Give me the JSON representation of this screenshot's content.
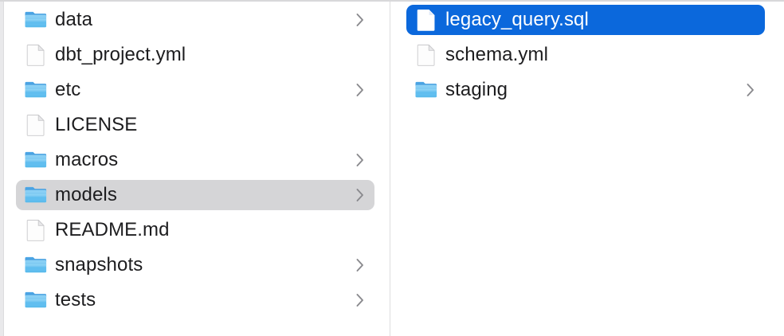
{
  "window": {
    "view_mode": "column",
    "accent_color": "#0b68dc",
    "selection_gray": "#d5d5d7",
    "text_color": "#1d1d1f",
    "divider_color": "#dddddf"
  },
  "columns": [
    {
      "name": "parent-directory-column",
      "items": [
        {
          "label": "data",
          "icon": "folder-icon",
          "kind": "folder",
          "has_chevron": true,
          "state": "normal"
        },
        {
          "label": "dbt_project.yml",
          "icon": "document-icon",
          "kind": "file",
          "has_chevron": false,
          "state": "normal"
        },
        {
          "label": "etc",
          "icon": "folder-icon",
          "kind": "folder",
          "has_chevron": true,
          "state": "normal"
        },
        {
          "label": "LICENSE",
          "icon": "document-icon",
          "kind": "file",
          "has_chevron": false,
          "state": "normal"
        },
        {
          "label": "macros",
          "icon": "folder-icon",
          "kind": "folder",
          "has_chevron": true,
          "state": "normal"
        },
        {
          "label": "models",
          "icon": "folder-icon",
          "kind": "folder",
          "has_chevron": true,
          "state": "selected-inactive"
        },
        {
          "label": "README.md",
          "icon": "document-icon",
          "kind": "file",
          "has_chevron": false,
          "state": "normal"
        },
        {
          "label": "snapshots",
          "icon": "folder-icon",
          "kind": "folder",
          "has_chevron": true,
          "state": "normal"
        },
        {
          "label": "tests",
          "icon": "folder-icon",
          "kind": "folder",
          "has_chevron": true,
          "state": "normal"
        }
      ]
    },
    {
      "name": "models-directory-column",
      "items": [
        {
          "label": "legacy_query.sql",
          "icon": "document-icon",
          "kind": "file",
          "has_chevron": false,
          "state": "selected-active"
        },
        {
          "label": "schema.yml",
          "icon": "document-icon",
          "kind": "file",
          "has_chevron": false,
          "state": "normal"
        },
        {
          "label": "staging",
          "icon": "folder-icon",
          "kind": "folder",
          "has_chevron": true,
          "state": "normal"
        }
      ]
    }
  ]
}
